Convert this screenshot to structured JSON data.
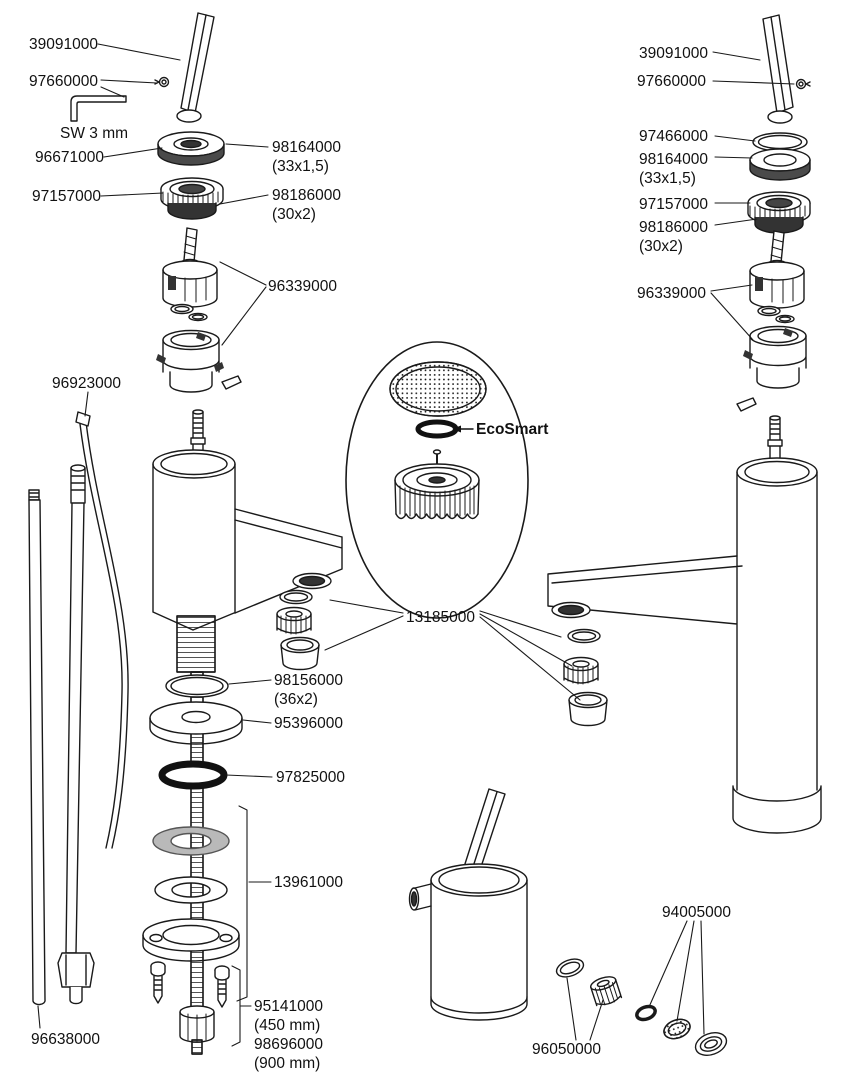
{
  "meta": {
    "title": "Faucet exploded spare-parts diagram",
    "background_color": "#ffffff",
    "line_color": "#1a1a1a",
    "dark_fill": "#3a3a3a",
    "gray_washer": "#b9b9b9"
  },
  "labels": {
    "left": {
      "p39091000": "39091000",
      "p97660000": "97660000",
      "sw3mm": "SW 3 mm",
      "p96671000": "96671000",
      "p97157000": "97157000",
      "p98164000": "98164000",
      "p98164000_dim": "(33x1,5)",
      "p98186000": "98186000",
      "p98186000_dim": "(30x2)",
      "p96339000": "96339000",
      "p96923000": "96923000",
      "p98156000": "98156000",
      "p98156000_dim": "(36x2)",
      "p95396000": "95396000",
      "p97825000": "97825000",
      "p13961000": "13961000",
      "p95141000": "95141000",
      "p95141000_dim": "(450 mm)",
      "p98696000": "98696000",
      "p98696000_dim": "(900 mm)",
      "p96638000": "96638000"
    },
    "center": {
      "ecosmart": "EcoSmart",
      "p13185000": "13185000"
    },
    "right": {
      "p39091000": "39091000",
      "p97660000": "97660000",
      "p97466000": "97466000",
      "p98164000": "98164000",
      "p98164000_dim": "(33x1,5)",
      "p97157000": "97157000",
      "p98186000": "98186000",
      "p98186000_dim": "(30x2)",
      "p96339000": "96339000"
    },
    "bottom": {
      "p94005000": "94005000",
      "p96050000": "96050000"
    }
  }
}
